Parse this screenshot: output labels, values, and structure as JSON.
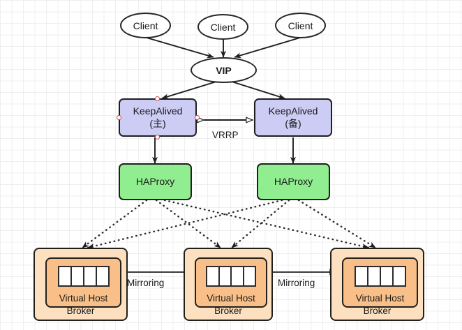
{
  "diagram": {
    "title": "High availability RabbitMQ cluster topology",
    "colors": {
      "keepalived_fill": "#ccccf5",
      "haproxy_fill": "#90ee90",
      "broker_fill": "#fce0c0",
      "vhost_fill": "#f8c088",
      "stroke": "#1f1f1f",
      "connection_point": "#d14a4a",
      "grid": "#e3e3e3"
    },
    "clients": [
      {
        "label": "Client"
      },
      {
        "label": "Client"
      },
      {
        "label": "Client"
      }
    ],
    "vip": {
      "label": "VIP"
    },
    "keepalived": [
      {
        "label": "KeepAlived",
        "role": "(主)"
      },
      {
        "label": "KeepAlived",
        "role": "(备)"
      }
    ],
    "haproxy": [
      {
        "label": "HAProxy"
      },
      {
        "label": "HAProxy"
      }
    ],
    "brokers": [
      {
        "vhost_label": "Virtual Host",
        "label": "Broker",
        "queue_cells": 4
      },
      {
        "vhost_label": "Virtual Host",
        "label": "Broker",
        "queue_cells": 4
      },
      {
        "vhost_label": "Virtual Host",
        "label": "Broker",
        "queue_cells": 4
      }
    ],
    "edge_labels": {
      "vrrp": "VRRP",
      "mirroring_left": "Mirroring",
      "mirroring_right": "Mirroring"
    }
  }
}
